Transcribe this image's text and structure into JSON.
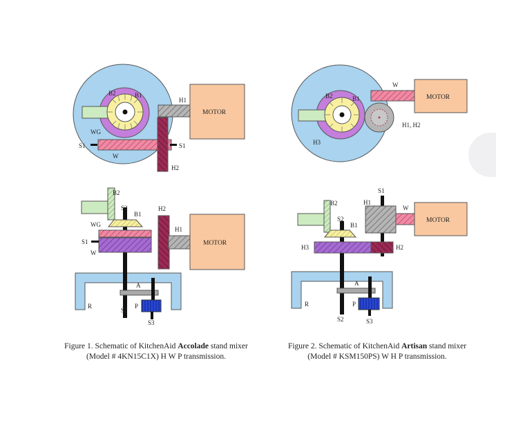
{
  "colors": {
    "housing_blue": "#a9d3ef",
    "carrier_purple": "#c47edc",
    "motor_orange": "#f9c8a0",
    "worm_pink": "#f08aa4",
    "worm_gear_purple": "#a56bd1",
    "helical_maroon": "#9a2a54",
    "bevel_yellow": "#f8f0a0",
    "beater_green": "#cdebc0",
    "planet_blue": "#2948d6",
    "gray": "#a9a9a9",
    "shaft_black": "#111111"
  },
  "fig1": {
    "top": {
      "b2": "B2",
      "b1": "B1",
      "h1": "H1",
      "wg": "WG",
      "s1_left": "S1",
      "s1_right": "S1",
      "w": "W",
      "h2": "H2",
      "motor": "MOTOR"
    },
    "bottom": {
      "b2": "B2",
      "s2_top": "S2",
      "b1": "B1",
      "h2": "H2",
      "h1": "H1",
      "wg": "WG",
      "s1": "S1",
      "w": "W",
      "motor": "MOTOR",
      "a": "A",
      "r": "R",
      "p": "P",
      "s2_bottom": "S2",
      "s3": "S3"
    },
    "caption_pre": "Figure 1. Schematic of KitchenAid ",
    "caption_bold": "Accolade",
    "caption_post": " stand mixer (Model # 4KN15C1X) H W P transmission."
  },
  "fig2": {
    "top": {
      "w": "W",
      "motor": "MOTOR",
      "b2": "B2",
      "b1": "B1",
      "h1h2": "H1, H2",
      "h3": "H3"
    },
    "bottom": {
      "s1": "S1",
      "b2": "B2",
      "h1": "H1",
      "w": "W",
      "motor": "MOTOR",
      "s2_top": "S2",
      "b1": "B1",
      "h3": "H3",
      "h2": "H2",
      "a": "A",
      "r": "R",
      "p": "P",
      "s2_bottom": "S2",
      "s3": "S3"
    },
    "caption_pre": "Figure 2. Schematic of KitchenAid ",
    "caption_bold": "Artisan",
    "caption_post": " stand mixer (Model # KSM150PS) W H P transmission."
  }
}
